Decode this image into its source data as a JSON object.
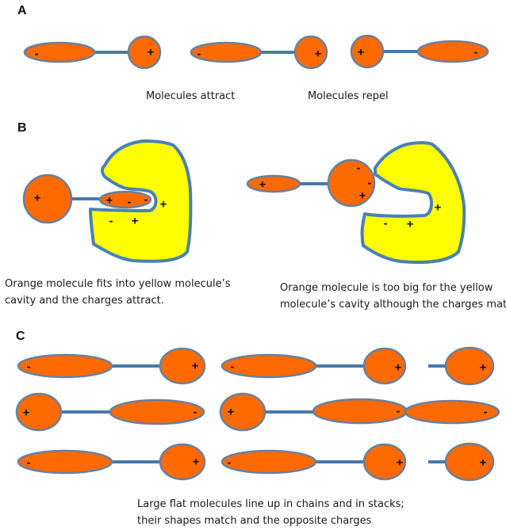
{
  "panels": {
    "A": {
      "label": "A",
      "captions": [
        "Molecules attract",
        "Molecules repel"
      ],
      "molecules": [
        {
          "ellipse_charge": "-",
          "circle_charge": "+",
          "order": "ellipse-circle"
        },
        {
          "ellipse_charge": "-",
          "circle_charge": "+",
          "order": "ellipse-circle"
        },
        {
          "ellipse_charge": "-",
          "circle_charge": "+",
          "order": "circle-ellipse"
        }
      ]
    },
    "B": {
      "label": "B",
      "left": {
        "circle_charge": "+",
        "small_ellipse_charges": [
          "+",
          "-",
          "-"
        ],
        "cavity_charges": [
          "+",
          "-",
          "+"
        ],
        "caption_lines": [
          "Orange molecule fits into yellow molecule’s",
          "cavity and the charges attract."
        ]
      },
      "right": {
        "ellipse_charge": "+",
        "circle_charges": [
          "-",
          "-",
          "+"
        ],
        "cavity_charges": [
          "+",
          "-",
          "+"
        ],
        "caption_lines": [
          "Orange molecule is too big for the yellow",
          "molecule’s cavity although the charges match."
        ]
      }
    },
    "C": {
      "label": "C",
      "rows": [
        [
          {
            "order": "ellipse-circle",
            "ellipse_charge": "-",
            "circle_charge": "+"
          },
          {
            "order": "ellipse-circle",
            "ellipse_charge": "-",
            "circle_charge": "+"
          }
        ],
        [
          {
            "order": "circle-ellipse",
            "ellipse_charge": "-",
            "circle_charge": "+"
          },
          {
            "order": "circle-ellipse",
            "ellipse_charge": "-",
            "circle_charge": "+"
          }
        ],
        [
          {
            "order": "ellipse-circle",
            "ellipse_charge": "-",
            "circle_charge": "+"
          },
          {
            "order": "ellipse-circle",
            "ellipse_charge": "-",
            "circle_charge": "+"
          }
        ]
      ],
      "caption_lines": [
        "Large flat molecules line up in chains and in stacks;",
        "their shapes match and the opposite charges"
      ]
    }
  },
  "colors": {
    "molecule_fill": "#ff6a00",
    "molecule_outline": "#6a7f9c",
    "bond": "#4a78aa",
    "host_fill": "#ffff00",
    "host_outline": "#4a80b4"
  }
}
